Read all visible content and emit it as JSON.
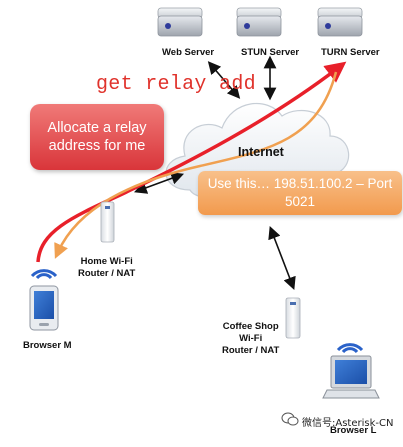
{
  "servers": {
    "web": "Web Server",
    "stun": "STUN Server",
    "turn": "TURN Server"
  },
  "cloud_label": "Internet",
  "callouts": {
    "allocate": "Allocate a relay address for me",
    "use_this": "Use this… 198.51.100.2 – Port 5021"
  },
  "overlay_text": "get relay add",
  "devices": {
    "home_router": "Home Wi-Fi\nRouter / NAT",
    "browser_m": "Browser M",
    "coffee_router": "Coffee Shop\nWi-Fi\nRouter / NAT",
    "browser_l": "Browser L"
  },
  "watermark": "微信号:Asterisk-CN",
  "colors": {
    "request_arrow": "#e8202a",
    "response_arrow": "#f0a050",
    "red_callout": "#dd3b3f",
    "orange_callout": "#f4a25a",
    "overlay_text": "#e0332c"
  },
  "icons": [
    "server-icon",
    "cloud-icon",
    "router-icon",
    "laptop-icon",
    "wifi-icon",
    "wechat-icon"
  ]
}
